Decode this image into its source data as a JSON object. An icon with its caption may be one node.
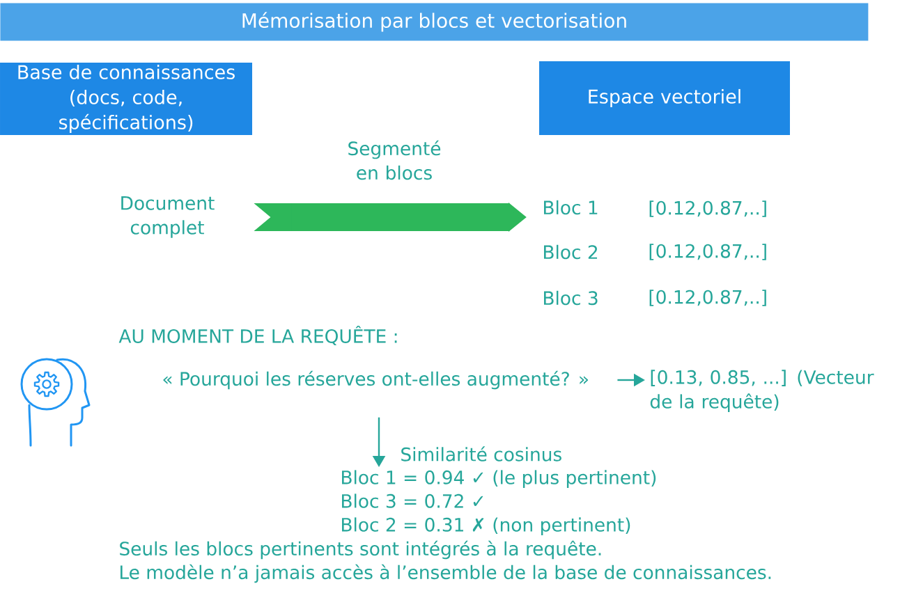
{
  "diagram": {
    "title": "Mémorisation par blocs et vectorisation",
    "nodes": [
      {
        "text": [
          "Base de connaissances (docs, code, spécifications)"
        ]
      },
      {
        "text": [
          "Espace vectoriel"
        ]
      },
      {
        "text": [
          "Document complet"
        ]
      },
      {
        "text": [
          "Bloc 1"
        ],
        "beside": [
          "[0.12,0.87,..]"
        ]
      },
      {
        "text": [
          "« Pourquoi les réserves ont-elles augmenté? »"
        ]
      },
      {
        "text": [
          "[0.13, 0.85, ...] (Vecteur de la requête)"
        ]
      },
      {
        "text": [
          "Bloc 1 = 0.94 ✓ (le plus pertinent)",
          "Bloc 3 = 0.72 ✓",
          "Bloc 2 = 0.31 ✗ (non pertinent)"
        ]
      }
    ],
    "edges": [
      {
        "from": 2,
        "to": 3,
        "arrow": "to",
        "label": "Segmenté en blocs",
        "style": "thick",
        "color": "#2db75a"
      },
      {
        "from": 4,
        "to": 5,
        "arrow": "to"
      },
      {
        "from": 4,
        "to": 6,
        "arrow": "to",
        "label": "Similarité cosinus"
      }
    ],
    "labels": [
      "Bloc 2",
      "[0.12,0.87,..]",
      "Bloc 3",
      "[0.12,0.87,..]",
      "AU MOMENT DE LA REQUÊTE :",
      "Seuls les blocs pertinents sont intégrés à la requête.",
      "Le modèle n’a jamais accès à l’ensemble de la base de connaissances."
    ]
  }
}
